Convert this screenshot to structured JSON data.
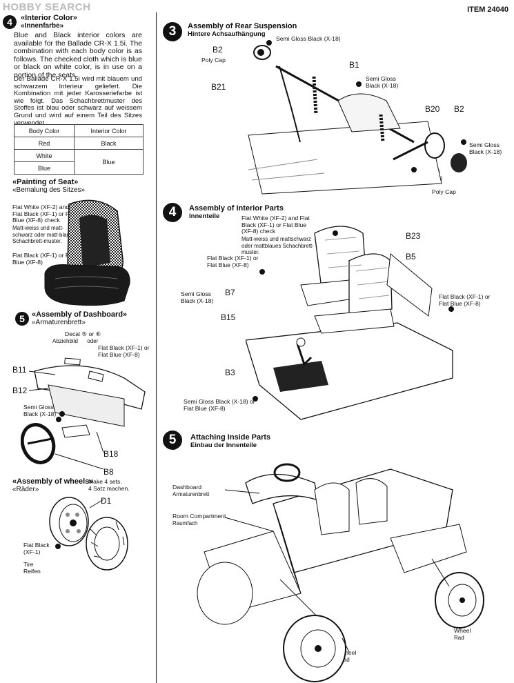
{
  "watermark": "HOBBY SEARCH",
  "item_code": "ITEM 24040",
  "left": {
    "interior_color": {
      "step": "4",
      "title": "«Interior Color»",
      "subtitle": "«Innenfarbe»",
      "text_en": "Blue and Black interior colors are available for the Ballade CR-X 1.5i. The combination with each body color is as follows. The checked cloth which is blue or black on white color, is in use on a portion of the seats.",
      "text_de": "Der Ballade CR-X 1.5i wird mit blauem und schwarzem Interieur geliefert. Die Kombination mit jeder Karosseriefarbe ist wie folgt. Das Schachbrettmuster des Stoffes ist blau oder schwarz auf weissem Grund und wird auf einem Teil des Sitzes verwendet.",
      "table": {
        "headers": [
          "Body Color",
          "Interior Color"
        ],
        "rows": [
          [
            "Red",
            "Black"
          ],
          [
            "White",
            "Blue"
          ],
          [
            "Blue",
            ""
          ]
        ]
      }
    },
    "painting_seat": {
      "title": "«Painting of Seat»",
      "subtitle": "«Bemalung des Sitzes»",
      "label1": "Flat White (XF-2) and Flat Black (XF-1) or Flat Blue (XF-8) check",
      "label1_de": "Matt-weiss und matt-schwarz oder matt-blaues Schachbrett-muster.",
      "label2": "Flat Black (XF-1) or Flat Blue (XF-8)"
    },
    "dashboard": {
      "step": "5",
      "title": "«Assembly of Dashboard»",
      "subtitle": "«Armaturenbrett»",
      "decal": "Decal ⑤ or ⑥",
      "decal_de": "Abziehbild      oder",
      "paint1": "Flat Black (XF-1) or Flat Blue (XF-8)",
      "paint2": "Semi Gloss Black (X-18)",
      "parts": [
        "B11",
        "B12",
        "B18",
        "B8"
      ]
    },
    "wheels": {
      "title": "«Assembly of wheels»",
      "subtitle": "«Räder»",
      "note": "Make 4 sets.",
      "note_de": "4 Satz machen.",
      "part": "D1",
      "paint": "Flat Black (XF-1)",
      "tire": "Tire",
      "tire_de": "Reifen"
    }
  },
  "right": {
    "rear_susp": {
      "step": "3",
      "title": "Assembly of Rear Suspension",
      "subtitle": "Hintere Achsaufhängung",
      "labels": {
        "sg1": "Semi Gloss Black (X-18)",
        "b2a": "B2",
        "polycap1": "Poly Cap",
        "b1": "B1",
        "sg2": "Semi Gloss Black (X-18)",
        "b21": "B21",
        "b20": "B20",
        "b2b": "B2",
        "sg3": "Semi Gloss Black (X-18)",
        "sg4": "Semi Gloss Black (X-18)",
        "polycap2": "Poly Cap"
      }
    },
    "interior_parts": {
      "step": "4",
      "title": "Assembly of Interior Parts",
      "subtitle": "Innenteile",
      "labels": {
        "check": "Flat White (XF-2) and Flat Black (XF-1) or Flat Blue (XF-8) check",
        "check_de": "Matt-weiss und mattschwarz oder mattblaues Schachbrett-muster.",
        "b23": "B23",
        "fb1": "Flat Black (XF-1) or Flat Blue (XF-8)",
        "b5": "B5",
        "sg": "Semi Gloss Black (X-18)",
        "b7": "B7",
        "b15": "B15",
        "fb2": "Flat Black (XF-1) or Flat Blue (XF-8)",
        "b3": "B3",
        "sg2": "Semi Gloss Black (X-18) or Flat Blue (XF-8)"
      }
    },
    "inside_parts": {
      "step": "5",
      "title": "Attaching Inside Parts",
      "subtitle": "Einbau der Innenteile",
      "labels": {
        "dash": "Dashboard",
        "dash_de": "Armaturenbrett",
        "room": "Room Compartment",
        "room_de": "Raumfach",
        "wheel1": "Wheel",
        "wheel1_de": "Rad",
        "wheel2": "Wheel",
        "wheel2_de": "Rad"
      }
    }
  }
}
